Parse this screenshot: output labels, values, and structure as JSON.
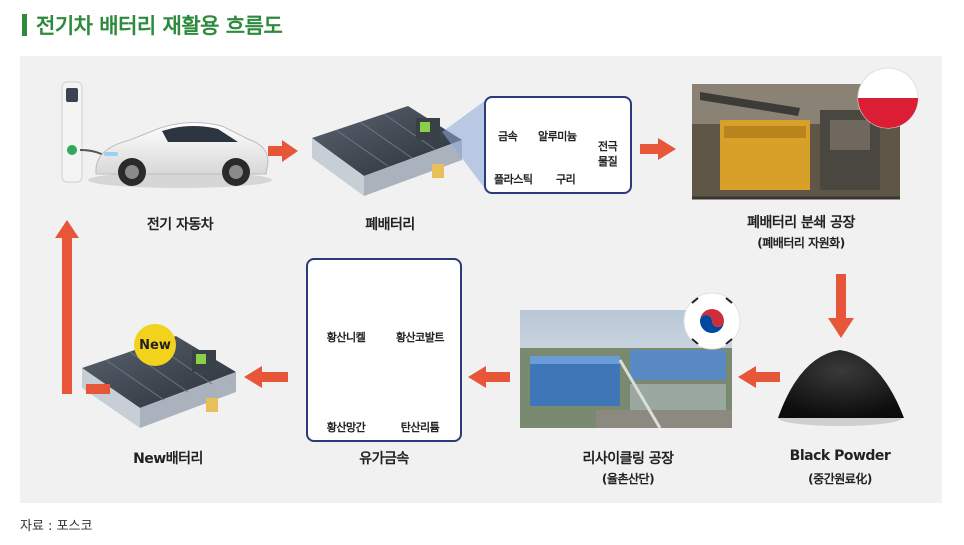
{
  "title": "전기차 배터리 재활용 흐름도",
  "source": "자료 : 포스코",
  "nodes": {
    "ev": {
      "label": "전기 자동차"
    },
    "waste_battery": {
      "label": "폐배터리"
    },
    "factory": {
      "label": "폐배터리 분쇄 공장",
      "sub": "(폐배터리 자원화)"
    },
    "black_powder": {
      "label": "Black Powder",
      "sub": "(중간원료化)"
    },
    "recycling": {
      "label": "리사이클링 공장",
      "sub": "(율촌산단)"
    },
    "metals": {
      "label": "유가금속"
    },
    "new_battery": {
      "label": "New배터리",
      "badge": "New"
    }
  },
  "components": {
    "metal": "금속",
    "aluminum": "알루미늄",
    "electrode": "전극\n물질",
    "electrode_1": "전극",
    "electrode_2": "물질",
    "plastic": "플라스틱",
    "copper": "구리"
  },
  "metals": {
    "nickel": "황산니켈",
    "cobalt": "황산코발트",
    "manganese": "황산망간",
    "lithium": "탄산리튬"
  },
  "colors": {
    "title": "#2e8b3e",
    "arrow": "#e8563a",
    "box_border": "#2a3a7a",
    "panel": "#f1f1f1"
  },
  "icons": {
    "poland_flag": "poland-flag-icon",
    "korea_flag": "korea-flag-icon"
  }
}
